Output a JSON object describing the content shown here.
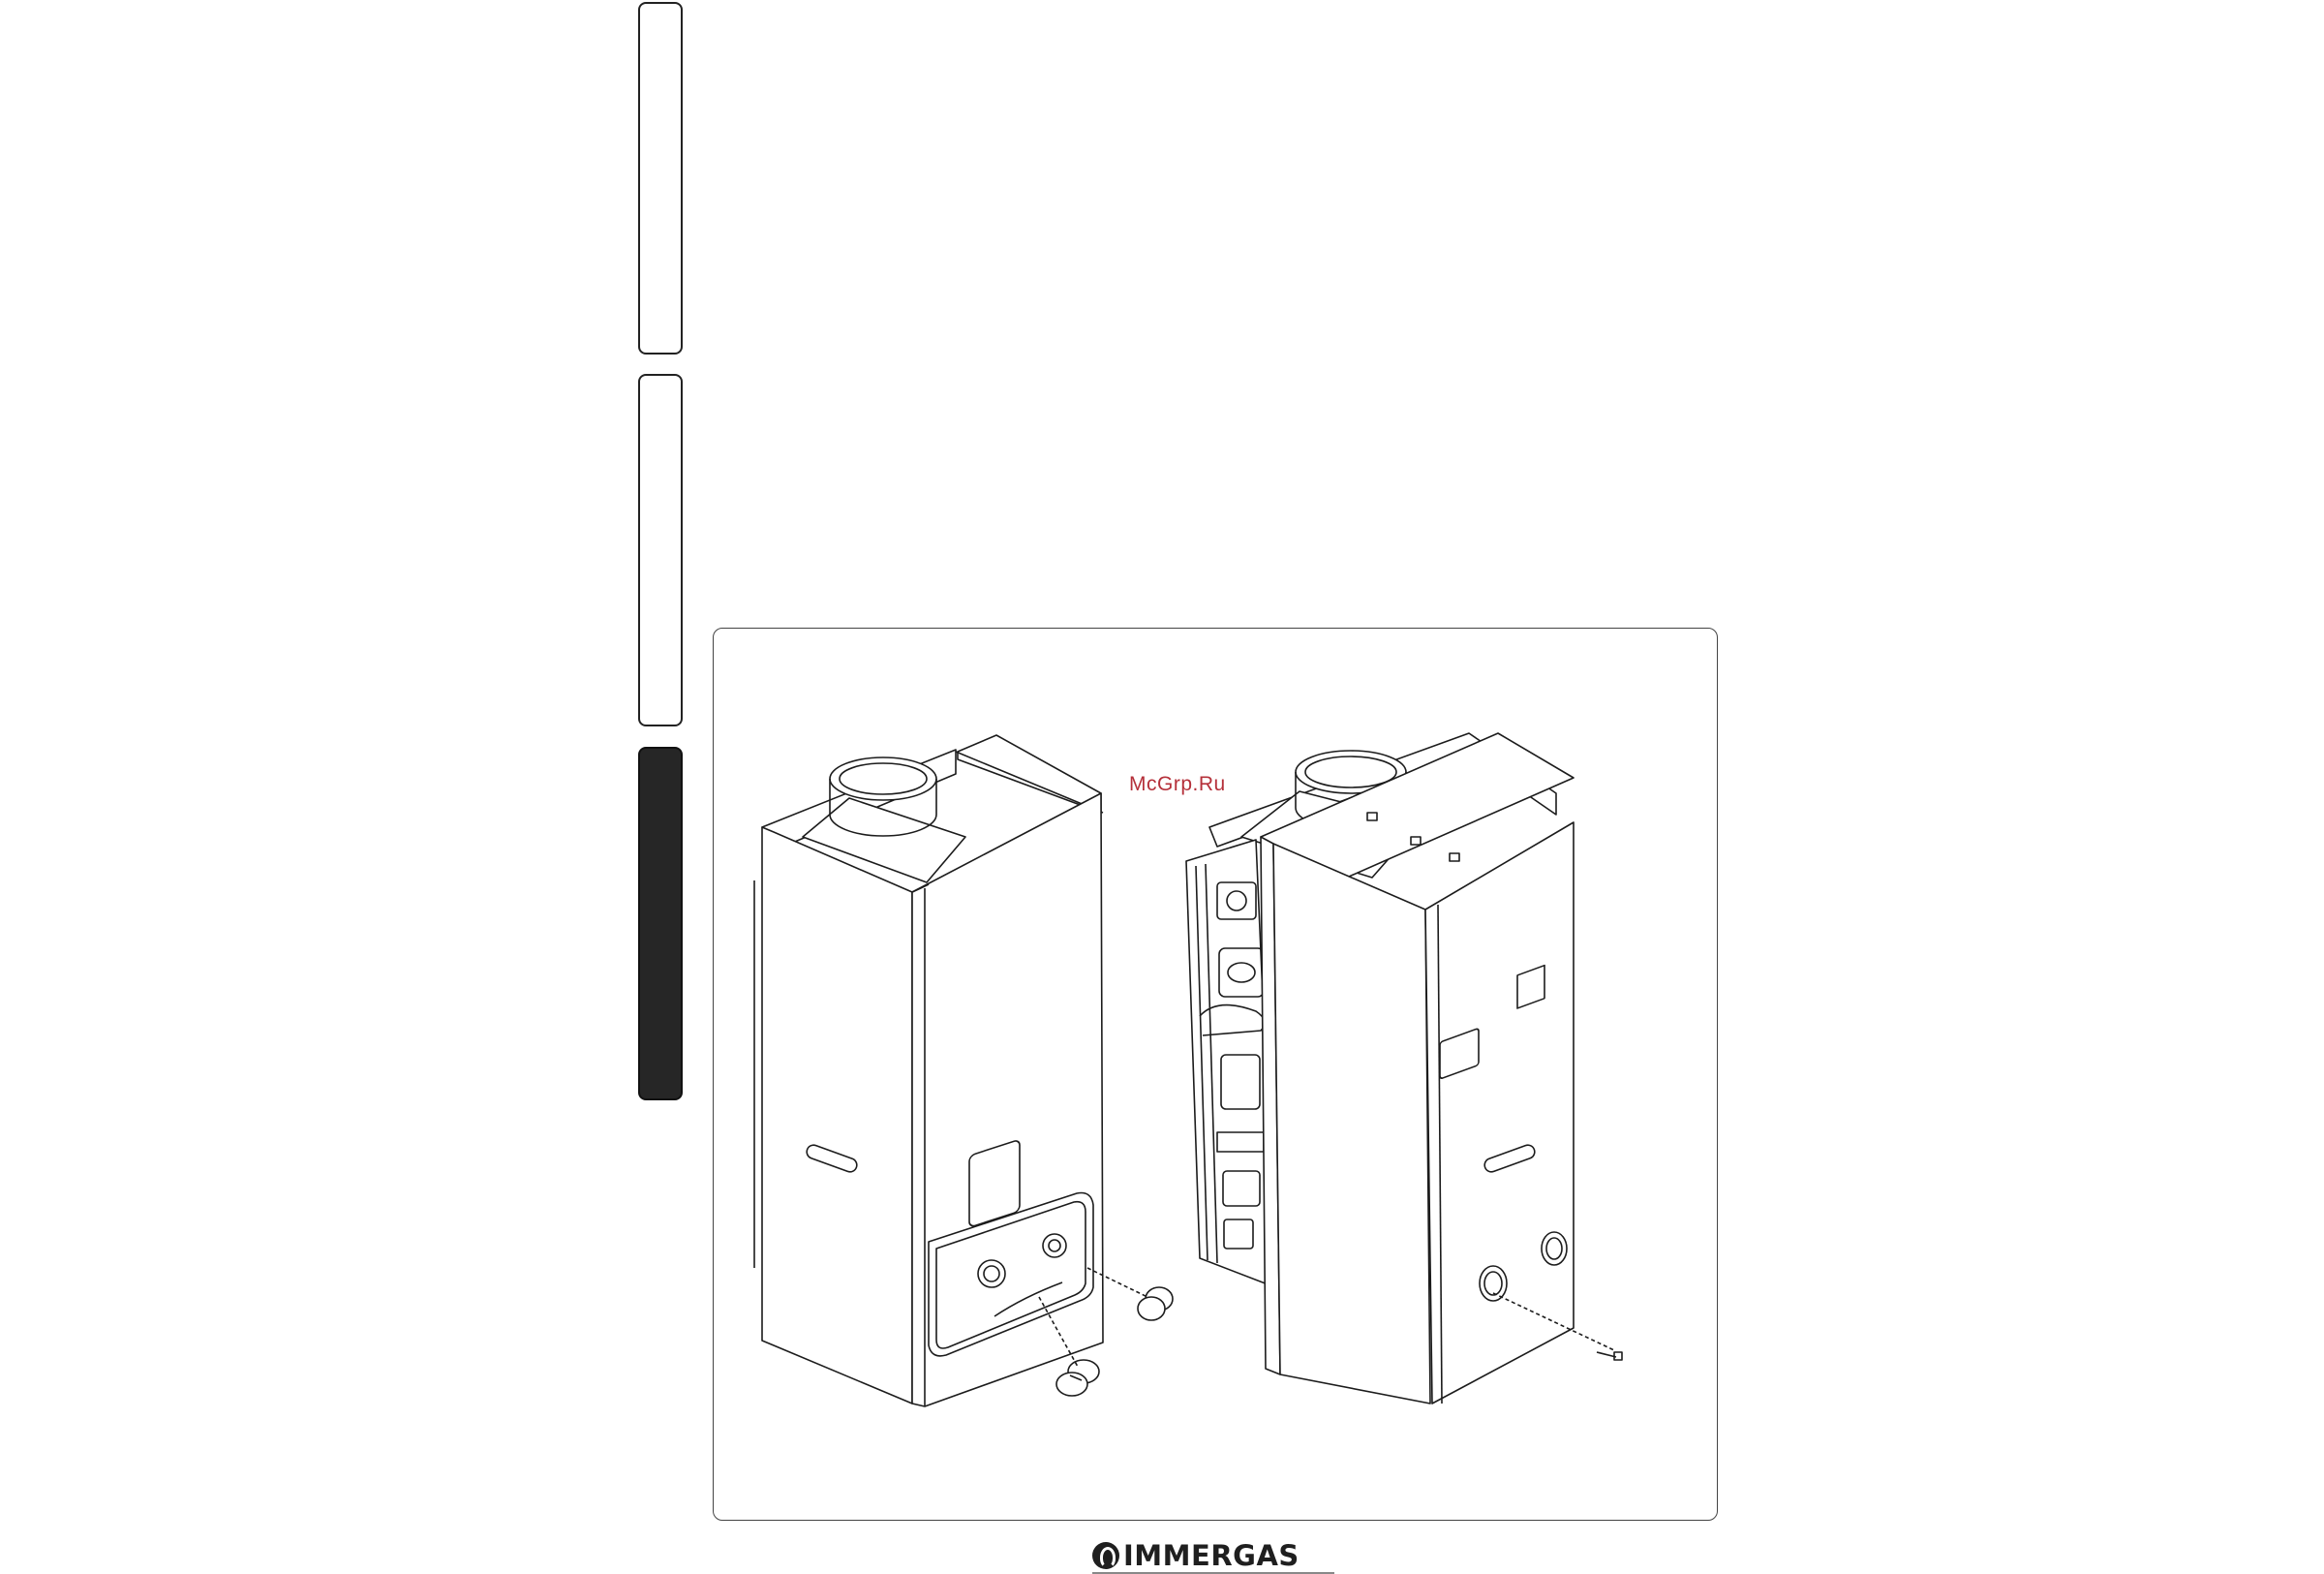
{
  "side_tabs": [
    {
      "label": "",
      "active": false
    },
    {
      "label": "",
      "active": false
    },
    {
      "label": "",
      "active": true
    }
  ],
  "figure": {
    "watermark": "McGrp.Ru",
    "left_unit_desc": "water heater assembled front view with control panel and two knobs",
    "right_unit_desc": "water heater with front casing removed, screw shown"
  },
  "brand": {
    "name": "IMMERGAS"
  },
  "colors": {
    "ink": "#262626",
    "watermark": "#b5303a"
  }
}
